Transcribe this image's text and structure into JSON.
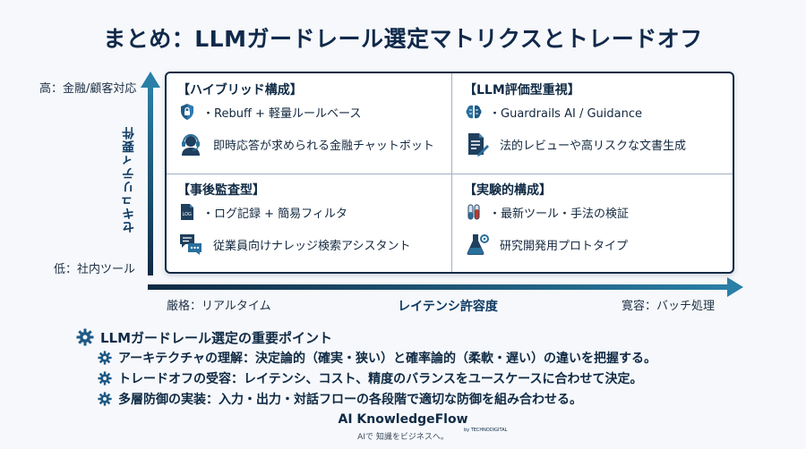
{
  "title": "まとめ：LLMガードレール選定マトリクスとトレードオフ",
  "y_axis": {
    "title": "セキュリティ要件",
    "top_label": "高：金融/顧客対応",
    "bottom_label": "低：社内ツール"
  },
  "x_axis": {
    "title": "レイテンシ許容度",
    "left_label": "厳格：リアルタイム",
    "right_label": "寛容：バッチ処理"
  },
  "quadrants": {
    "top_left": {
      "title": "【ハイブリッド構成】",
      "item1": "・Rebuff + 軽量ルールベース",
      "item1_icon": "shield-lock-icon",
      "item2": "即時応答が求められる金融チャットボット",
      "item2_icon": "headset-agent-icon"
    },
    "top_right": {
      "title": "【LLM評価型重視】",
      "item1": "・Guardrails AI / Guidance",
      "item1_icon": "brain-icon",
      "item2": "法的レビューや高リスクな文書生成",
      "item2_icon": "document-edit-icon"
    },
    "bottom_left": {
      "title": "【事後監査型】",
      "item1": "・ログ記録 + 簡易フィルタ",
      "item1_icon": "log-file-icon",
      "item2": "従業員向けナレッジ検索アシスタント",
      "item2_icon": "chat-bubbles-icon"
    },
    "bottom_right": {
      "title": "【実験的構成】",
      "item1": "・最新ツール・手法の検証",
      "item1_icon": "test-tubes-icon",
      "item2": "研究開発用プロトタイプ",
      "item2_icon": "flask-gear-icon"
    }
  },
  "key_points": {
    "heading": "LLMガードレール選定の重要ポイント",
    "items": [
      "アーキテクチャの理解：決定論的（確実・狭い）と確率論的（柔軟・遅い）の違いを把握する。",
      "トレードオフの受容：レイテンシ、コスト、精度のバランスをユースケースに合わせて決定。",
      "多層防御の実装：入力・出力・対話フローの各段階で適切な防御を組み合わせる。"
    ]
  },
  "brand": {
    "name": "AI KnowledgeFlow",
    "by": "by TECHNODIGITAL",
    "tagline": "AIで 知識をビジネスへ。"
  },
  "colors": {
    "navy": "#0f2a44",
    "axis_teal": "#1e5f86",
    "icon_blue": "#2a6f9c"
  }
}
